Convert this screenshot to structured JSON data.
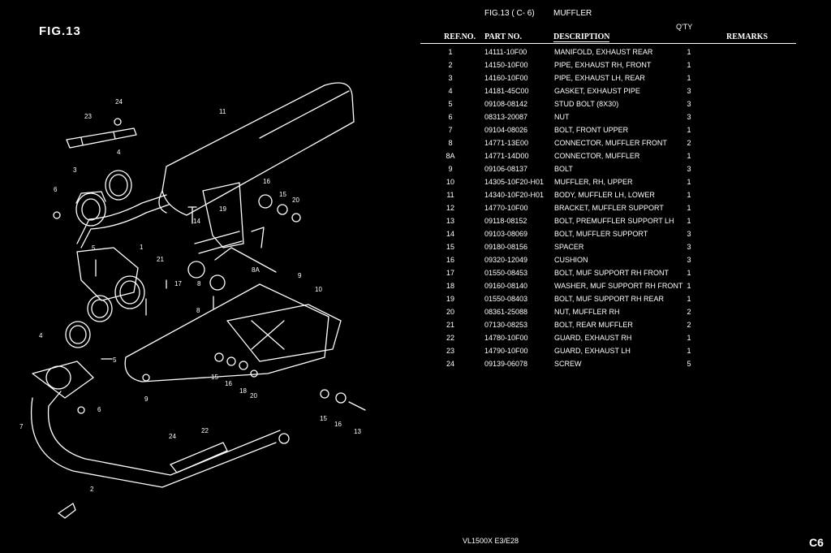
{
  "figure": {
    "title": "FIG.13"
  },
  "header": {
    "fig": "FIG.13 ( C- 6)",
    "name": "MUFFLER",
    "qty": "Q'TY"
  },
  "columns": {
    "ref": "REF.NO.",
    "part": "PART NO.",
    "desc": "DESCRIPTION",
    "remarks": "REMARKS"
  },
  "parts": [
    {
      "ref": "1",
      "part": "14111-10F00",
      "desc": "MANIFOLD, EXHAUST REAR",
      "qty": "1"
    },
    {
      "ref": "2",
      "part": "14150-10F00",
      "desc": "PIPE, EXHAUST RH, FRONT",
      "qty": "1"
    },
    {
      "ref": "3",
      "part": "14160-10F00",
      "desc": "PIPE, EXHAUST LH, REAR",
      "qty": "1"
    },
    {
      "ref": "4",
      "part": "14181-45C00",
      "desc": "GASKET, EXHAUST PIPE",
      "qty": "3"
    },
    {
      "ref": "5",
      "part": "09108-08142",
      "desc": "STUD BOLT (8X30)",
      "qty": "3"
    },
    {
      "ref": "6",
      "part": "08313-20087",
      "desc": "NUT",
      "qty": "3"
    },
    {
      "ref": "7",
      "part": "09104-08026",
      "desc": "BOLT, FRONT UPPER",
      "qty": "1"
    },
    {
      "ref": "8",
      "part": "14771-13E00",
      "desc": "CONNECTOR, MUFFLER FRONT",
      "qty": "2"
    },
    {
      "ref": "8A",
      "part": "14771-14D00",
      "desc": "CONNECTOR, MUFFLER",
      "qty": "1"
    },
    {
      "ref": "9",
      "part": "09106-08137",
      "desc": "BOLT",
      "qty": "3"
    },
    {
      "ref": "10",
      "part": "14305-10F20-H01",
      "desc": "MUFFLER, RH, UPPER",
      "qty": "1"
    },
    {
      "ref": "11",
      "part": "14340-10F20-H01",
      "desc": "BODY, MUFFLER LH, LOWER",
      "qty": "1"
    },
    {
      "ref": "12",
      "part": "14770-10F00",
      "desc": "BRACKET, MUFFLER SUPPORT",
      "qty": "1"
    },
    {
      "ref": "13",
      "part": "09118-08152",
      "desc": "BOLT, PREMUFFLER SUPPORT LH",
      "qty": "1"
    },
    {
      "ref": "14",
      "part": "09103-08069",
      "desc": "BOLT, MUFFLER SUPPORT",
      "qty": "3"
    },
    {
      "ref": "15",
      "part": "09180-08156",
      "desc": "SPACER",
      "qty": "3"
    },
    {
      "ref": "16",
      "part": "09320-12049",
      "desc": "CUSHION",
      "qty": "3"
    },
    {
      "ref": "17",
      "part": "01550-08453",
      "desc": "BOLT, MUF SUPPORT RH FRONT",
      "qty": "1"
    },
    {
      "ref": "18",
      "part": "09160-08140",
      "desc": "WASHER, MUF SUPPORT RH FRONT",
      "qty": "1"
    },
    {
      "ref": "19",
      "part": "01550-08403",
      "desc": "BOLT, MUF SUPPORT RH REAR",
      "qty": "1"
    },
    {
      "ref": "20",
      "part": "08361-25088",
      "desc": "NUT, MUFFLER RH",
      "qty": "2"
    },
    {
      "ref": "21",
      "part": "07130-08253",
      "desc": "BOLT, REAR MUFFLER",
      "qty": "2"
    },
    {
      "ref": "22",
      "part": "14780-10F00",
      "desc": "GUARD, EXHAUST RH",
      "qty": "1"
    },
    {
      "ref": "23",
      "part": "14790-10F00",
      "desc": "GUARD, EXHAUST LH",
      "qty": "1"
    },
    {
      "ref": "24",
      "part": "09139-06078",
      "desc": "SCREW",
      "qty": "5"
    }
  ],
  "callouts": [
    "24",
    "23",
    "11",
    "4",
    "3",
    "6",
    "16",
    "15",
    "20",
    "14",
    "19",
    "5",
    "1",
    "21",
    "17",
    "8",
    "8A",
    "9",
    "10",
    "4",
    "5",
    "7",
    "6",
    "2",
    "24",
    "22",
    "8",
    "15",
    "16",
    "18",
    "20",
    "9",
    "15",
    "16",
    "13"
  ],
  "footer": {
    "model": "VL1500X  E3/E28",
    "page": "C6"
  }
}
